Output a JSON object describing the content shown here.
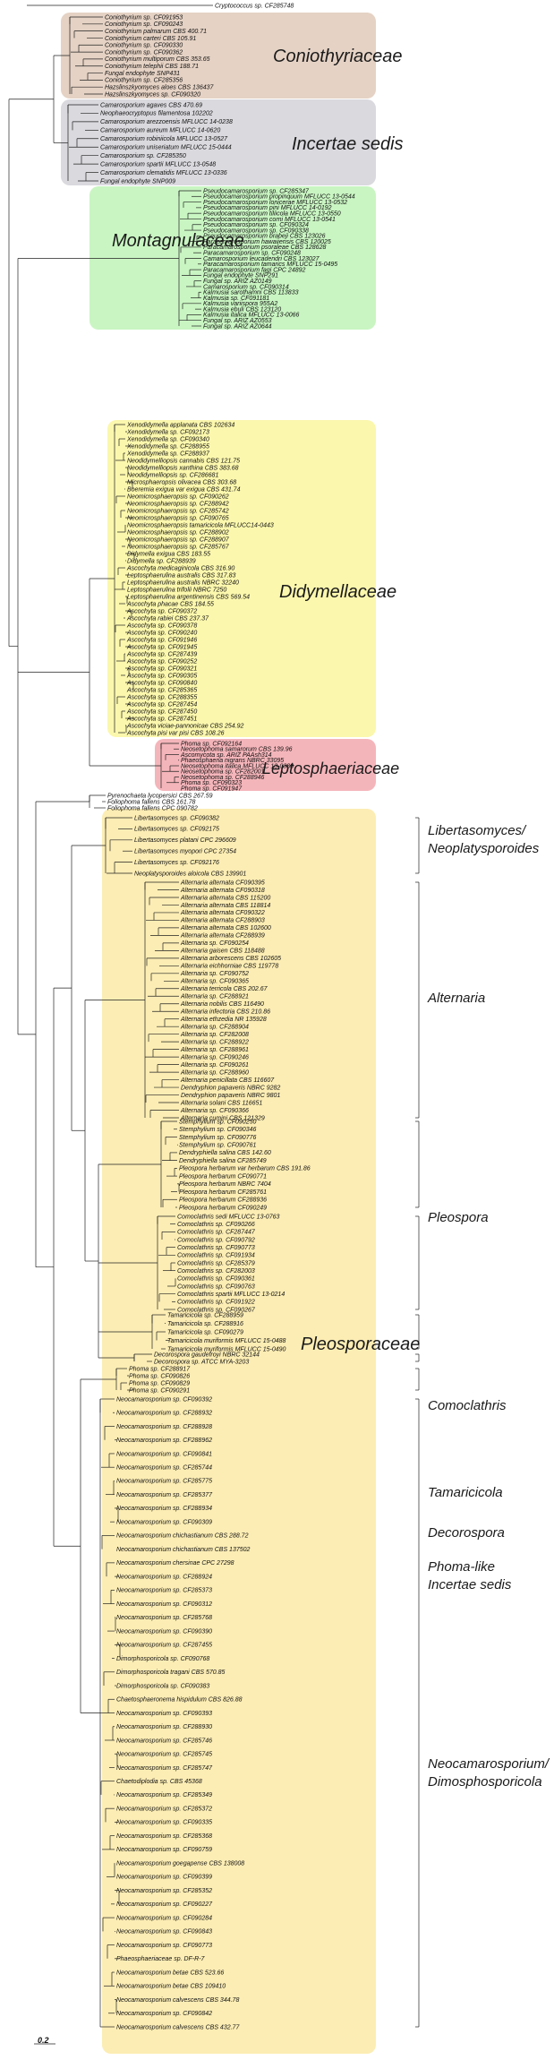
{
  "root_taxon": "Cryptococcus sp. CF285748",
  "families": {
    "coniothyriaceae": "Coniothyriaceae",
    "incertae_sedis": "Incertae sedis",
    "montagnulaceae": "Montagnulaceae",
    "didymellaceae": "Didymellaceae",
    "leptosphaeriaceae": "Leptosphaeriaceae",
    "pleosporaceae": "Pleosporaceae"
  },
  "subclades": {
    "libertasomyces": "Libertasomyces/\nNeoplatysporoides",
    "alternaria": "Alternaria",
    "pleospora": "Pleospora",
    "comoclathris": "Comoclathris",
    "tamaricicola": "Tamaricicola",
    "decorospora": "Decorospora",
    "phoma_like": "Phoma-like\nIncertae sedis",
    "neocamarosporium": "Neocamarosporium/\nDimosphosporicola"
  },
  "band_colors": {
    "coniothyriaceae": "#e5d2c4",
    "incertae_sedis": "#d9d9de",
    "montagnulaceae": "#c9f5c2",
    "didymellaceae": "#fbf7ad",
    "leptosphaeriaceae": "#f4b5ba",
    "pleosporaceae": "#fcedb4"
  },
  "scale_bar": "0.2",
  "labels": {
    "coniothyriaceae": [
      "Coniothyrium sp. CF091953",
      "Coniothyrium sp. CF090243",
      "Coniothyrium palmarum CBS 400.71",
      "Coniothyrium carteri CBS 105.91",
      "Coniothyrium sp. CF090330",
      "Coniothyrium sp. CF090362",
      "Coniothyrium multiporum CBS 353.65",
      "Coniothyrium telephii CBS 188.71",
      "Fungal endophyte SNP431",
      "Coniothyrium sp. CF285356",
      "Hazslinszkyomyces aloes CBS 136437",
      "Hazslinszkyomyces sp. CF090320"
    ],
    "incertae_sedis": [
      "Camarosporium agaves CBS 470.69",
      "Neophaeocryptopus filamentosa 102202",
      "Camarosporium arezzoensis MFLUCC 14-0238",
      "Camarosporium aureum MFLUCC 14-0620",
      "Camarosporium robiniicola MFLUCC 13-0527",
      "Camarosporium uniseriatum MFLUCC 15-0444",
      "Camarosporium sp. CF285350",
      "Camarosporium spartii MFLUCC 13-0548",
      "Camarosporium clematidis MFLUCC 13-0336",
      "Fungal endophyte SNP009"
    ],
    "montagnulaceae": [
      "Pseudocamarosporium sp. CF285347",
      "Pseudocamarosporium propinquum MFLUCC 13-0544",
      "Pseudocamarosporium lonicerae MFLUCC 13-0532",
      "Pseudocamarosporium pini MFLUCC 14-0192",
      "Pseudocamarosporium tiliicola MFLUCC 13-0550",
      "Pseudocamarosporium corni MFLUCC 13-0541",
      "Pseudocamarosporium sp. CF090324",
      "Pseudocamarosporium sp. CF090338",
      "Pseudocamarosporium brabeji CBS 123026",
      "Paracamarosporium hawaiiensis CBS 120025",
      "Paracamarosporium psoraleae CBS 128628",
      "Paracamarosporium sp. CF090248",
      "Camarosporium leucadendri CBS 123027",
      "Paracamarosporium tamarics MFLUCC 15-0495",
      "Paracamarosporium fagi CPC 24892",
      "Fungal endophyte SNP291",
      "Fungal sp. ARIZ AZ0149",
      "Camarosporium sp. CF090314",
      "Kalmusia sarothamni CBS 113833",
      "Kalmusia sp. CF091181",
      "Kalmusia variispora 955A2",
      "Kalmusia ebuli CBS 123120",
      "Kalmusia italica MFLUCC 13-0066",
      "Fungal sp. ARIZ AZ0553",
      "Fungal sp. ARIZ AZ0644"
    ],
    "didymellaceae": [
      "Xenodidymella applanata CBS 102634",
      "Xenodidymella sp. CF092173",
      "Xenodidymella sp. CF090340",
      "Xenodidymella sp. CF288955",
      "Xenodidymella sp. CF288937",
      "Neodidymelliopsis cannabis CBS 121.75",
      "Neodidymelliopsis xanthina CBS 383.68",
      "Neodidymelliopsis sp. CF286681",
      "Microsphaeropsis olivacea CBS 303.68",
      "Boeremia exigua var exigua CBS 431.74",
      "Neomicrosphaeropsis sp. CF090262",
      "Neomicrosphaeropsis sp. CF288942",
      "Neomicrosphaeropsis sp. CF285742",
      "Neomicrosphaeropsis sp. CF090765",
      "Neomicrosphaeropsis tamaricicola MFLUCC14-0443",
      "Neomicrosphaeropsis sp. CF288902",
      "Neomicrosphaeropsis sp. CF288907",
      "Neomicrosphaeropsis sp. CF285767",
      "Didymella exigua CBS 183.55",
      "Didymella sp. CF288939",
      "Ascochyta medicaginicola CBS 316.90",
      "Leptosphaerulina australis CBS 317.83",
      "Leptosphaerulina australis NBRC 32240",
      "Leptosphaerulina trifolii NBRC 7250",
      "Leptosphaerulina argentinensis CBS 569.54",
      "Ascochyta phacae CBS 184.55",
      "Ascochyta sp. CF090372",
      "Ascochyta rabiei CBS 237.37",
      "Ascochyta sp. CF090378",
      "Ascochyta sp. CF090240",
      "Ascochyta sp. CF091946",
      "Ascochyta sp. CF091945",
      "Ascochyta sp. CF287439",
      "Ascochyta sp. CF090252",
      "Ascochyta sp. CF090321",
      "Ascochyta sp. CF090305",
      "Ascochyta sp. CF090840",
      "Ascochyta sp. CF285365",
      "Ascochyta sp. CF288355",
      "Ascochyta sp. CF287454",
      "Ascochyta sp. CF287450",
      "Ascochyta sp. CF287451",
      "Ascochyta viciae-pannonicae CBS 254.92",
      "Ascochyta pisi var pisi CBS 108.26"
    ],
    "leptosphaeriaceae": [
      "Phoma sp. CF092164",
      "Neosetophoma samarorum CBS 139.96",
      "Ascomycota sp. ARIZ PAAsh314",
      "Phaeosphaeria nigrans NBRC 33095",
      "Neosetophoma italica MFLUCC 13-0388",
      "Neosetophoma sp. CF282001",
      "Neosetophoma sp. CF288946",
      "Phoma sp. CF090323",
      "Phoma sp. CF091947"
    ],
    "outgroup_pleo": [
      "Pyrenochaeta lycopersici CBS 267.59",
      "Foliophoma fallens CBS 161.78",
      "Foliophoma fallens CPC 090782"
    ],
    "libertasomyces": [
      "Libertasomyces sp. CF090382",
      "Libertasomyces sp. CF092175",
      "Libertasomyces platani CPC 296609",
      "Libertasomyces myopori CPC 27354",
      "Libertasomyces sp. CF092176",
      "Neoplatysporoides aloicola CBS 139901"
    ],
    "alternaria": [
      "Alternaria alternata CF090395",
      "Alternaria alternata CF090318",
      "Alternaria alternata CBS 115200",
      "Alternaria alternata CBS 118814",
      "Alternaria alternata CF090322",
      "Alternaria alternata CF288903",
      "Alternaria alternata CBS 102600",
      "Alternaria alternata CF288939",
      "Alternaria sp. CF090254",
      "Alternaria gaisen CBS 118488",
      "Alternaria arborescens CBS 102605",
      "Alternaria eichhorniae CBS 119778",
      "Alternaria sp. CF090752",
      "Alternaria sp. CF090365",
      "Alternaria terricola CBS 202.67",
      "Alternaria sp. CF288921",
      "Alternaria nobilis CBS 116490",
      "Alternaria infectoria CBS 210.86",
      "Alternaria ethzedia NR 135928",
      "Alternaria sp. CF288904",
      "Alternaria sp. CF282008",
      "Alternaria sp. CF288922",
      "Alternaria sp. CF288961",
      "Alternaria sp. CF090246",
      "Alternaria sp. CF090261",
      "Alternaria sp. CF288960",
      "Alternaria penicillata CBS 116607",
      "Dendryphion papaveris NBRC 9282",
      "Dendryphion papaveris NBRC 9801",
      "Alternaria solani CBS 116651",
      "Alternaria sp. CF090366",
      "Alternaria cumini CBS 121329"
    ],
    "pleospora": [
      "Stemphylium sp. CF090250",
      "Stemphylium sp. CF090346",
      "Stemphylium sp. CF090776",
      "Stemphylium sp. CF090761",
      "Dendryphiella salina CBS 142.60",
      "Dendryphiella salina CF285749",
      "Pleospora herbarum var herbarum CBS 191.86",
      "Pleospora herbarum CF090771",
      "Pleospora herbarum NBRC 7404",
      "Pleospora herbarum CF285761",
      "Pleospora herbarum CF288936",
      "Pleospora herbarum CF090249"
    ],
    "comoclathris": [
      "Comoclathris sedi MFLUCC 13-0763",
      "Comoclathris sp. CF090266",
      "Comoclathris sp. CF287447",
      "Comoclathris sp. CF090792",
      "Comoclathris sp. CF090773",
      "Comoclathris sp. CF091934",
      "Comoclathris sp. CF285379",
      "Comoclathris sp. CF282003",
      "Comoclathris sp. CF090361",
      "Comoclathris sp. CF090763",
      "Comoclathris spartii MFLUCC 13-0214",
      "Comoclathris sp. CF091922",
      "Comoclathris sp. CF090267"
    ],
    "tamaricicola": [
      "Tamaricicola sp. CF288959",
      "Tamaricicola sp. CF288916",
      "Tamaricicola sp. CF090279",
      "Tamaricicola muriformis MFLUCC 15-0488",
      "Tamaricicola muriformis MFLUCC 15-0490"
    ],
    "decorospora": [
      "Decorospora gaudefroyi NBRC 32144",
      "Decorospora sp. ATCC MYA-3203"
    ],
    "phoma_like": [
      "Phoma sp. CF288917",
      "Phoma sp. CF090826",
      "Phoma sp. CF090829",
      "Phoma sp. CF090291"
    ],
    "neocamarosporium": [
      "Neocamarosporium sp. CF090392",
      "Neocamarosporium sp. CF288932",
      "Neocamarosporium sp. CF288928",
      "Neocamarosporium sp. CF288962",
      "Neocamarosporium sp. CF090841",
      "Neocamarosporium sp. CF285744",
      "Neocamarosporium sp. CF285775",
      "Neocamarosporium sp. CF285377",
      "Neocamarosporium sp. CF288934",
      "Neocamarosporium sp. CF090309",
      "Neocamarosporium chichastianum CBS 288.72",
      "Neocamarosporium chichastianum CBS 137502",
      "Neocamarosporium chersinae CPC 27298",
      "Neocamarosporium sp. CF288924",
      "Neocamarosporium sp. CF285373",
      "Neocamarosporium sp. CF090312",
      "Neocamarosporium sp. CF285768",
      "Neocamarosporium sp. CF090390",
      "Neocamarosporium sp. CF287455",
      "Dimorphosporicola sp. CF090768",
      "Dimorphosporicola tragani CBS 570.85",
      "Dimorphosporicola sp. CF090383",
      "Chaetosphaeronema hispidulum CBS 826.88",
      "Neocamarosporium sp. CF090393",
      "Neocamarosporium sp. CF288930",
      "Neocamarosporium sp. CF285746",
      "Neocamarosporium sp. CF285745",
      "Neocamarosporium sp. CF285747",
      "Chaetodiplodia sp. CBS 45368",
      "Neocamarosporium sp. CF285349",
      "Neocamarosporium sp. CF285372",
      "Neocamarosporium sp. CF090335",
      "Neocamarosporium sp. CF285368",
      "Neocamarosporium sp. CF090759",
      "Neocamarosporium goegapense CBS 138008",
      "Neocamarosporium sp. CF090399",
      "Neocamarosporium sp. CF285352",
      "Neocamarosporium sp. CF090227",
      "Neocamarosporium sp. CF090284",
      "Neocamarosporium sp. CF090843",
      "Neocamarosporium sp. CF090773",
      "Phaeosphaeriaceae sp. DF-R-7",
      "Neocamarosporium betae CBS 523.66",
      "Neocamarosporium betae CBS 109410",
      "Neocamarosporium calvescens CBS 344.78",
      "Neocamarosporium sp. CF090842",
      "Neocamarosporium calvescens CBS 432.77"
    ]
  }
}
